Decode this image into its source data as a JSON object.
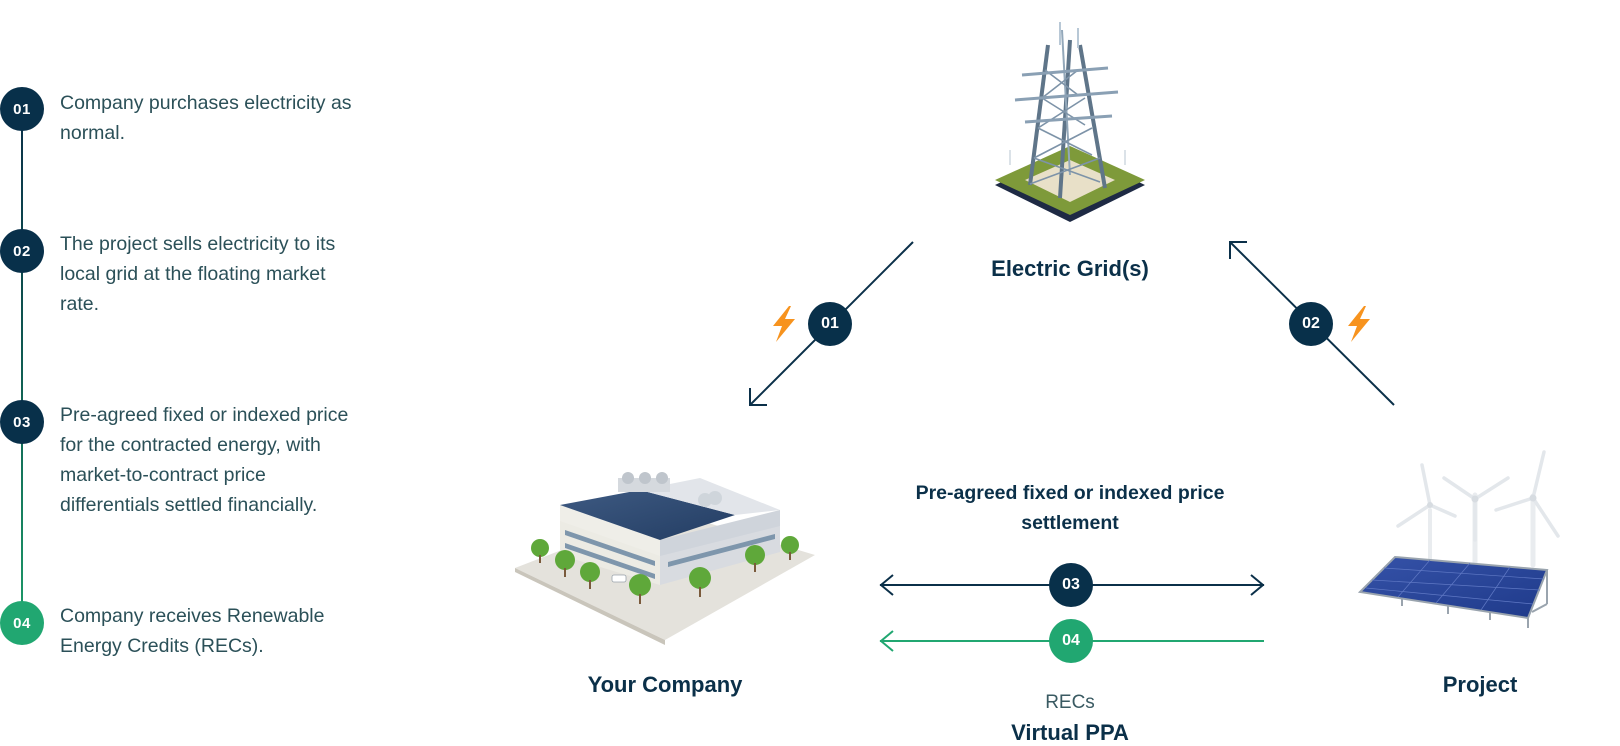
{
  "steps": [
    {
      "number": "01",
      "text": "Company purchases electricity as normal.",
      "color": "#08304a"
    },
    {
      "number": "02",
      "text": "The project sells electricity to its local grid at the floating market rate.",
      "color": "#08304a"
    },
    {
      "number": "03",
      "text": "Pre-agreed fixed or indexed price for the contracted energy, with market-to-contract price differentials settled financially.",
      "color": "#08304a"
    },
    {
      "number": "04",
      "text": "Company receives Renewable Energy Credits (RECs).",
      "color": "#21a771"
    }
  ],
  "nodes": {
    "grid": {
      "label": "Electric Grid(s)",
      "icon": "transmission-tower-icon"
    },
    "company": {
      "label": "Your Company",
      "icon": "factory-building-icon"
    },
    "project": {
      "label": "Project",
      "icon": "solar-wind-farm-icon"
    }
  },
  "flows": {
    "f01": {
      "number": "01",
      "icon": "lightning-bolt-icon"
    },
    "f02": {
      "number": "02",
      "icon": "lightning-bolt-icon"
    },
    "f03": {
      "number": "03"
    },
    "f04": {
      "number": "04"
    }
  },
  "center": {
    "caption": "Pre-agreed fixed or indexed price settlement",
    "recs_label": "RECs",
    "title": "Virtual PPA"
  },
  "colors": {
    "navy": "#08304a",
    "green": "#21a771",
    "bolt": "#f7931e",
    "body_text": "#2b5058"
  }
}
